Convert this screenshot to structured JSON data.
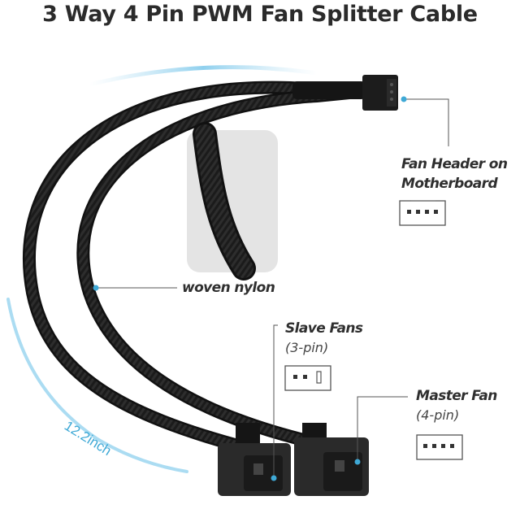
{
  "title": "3 Way 4 Pin PWM Fan Splitter Cable",
  "labels": {
    "header_line1": "Fan Header on",
    "header_line2": "Motherboard",
    "woven": "woven nylon",
    "slave": "Slave Fans",
    "slave_pins": "(3-pin)",
    "master": "Master Fan",
    "master_pins": "(4-pin)",
    "length": "12.2inch"
  },
  "colors": {
    "cable": "#151515",
    "accent": "#3fa9d6",
    "text": "#2b2b2b",
    "inset_bg": "#e4e4e4"
  },
  "icons": [
    "header-4pin-icon",
    "3pin-connector-icon",
    "4pin-connector-icon"
  ]
}
